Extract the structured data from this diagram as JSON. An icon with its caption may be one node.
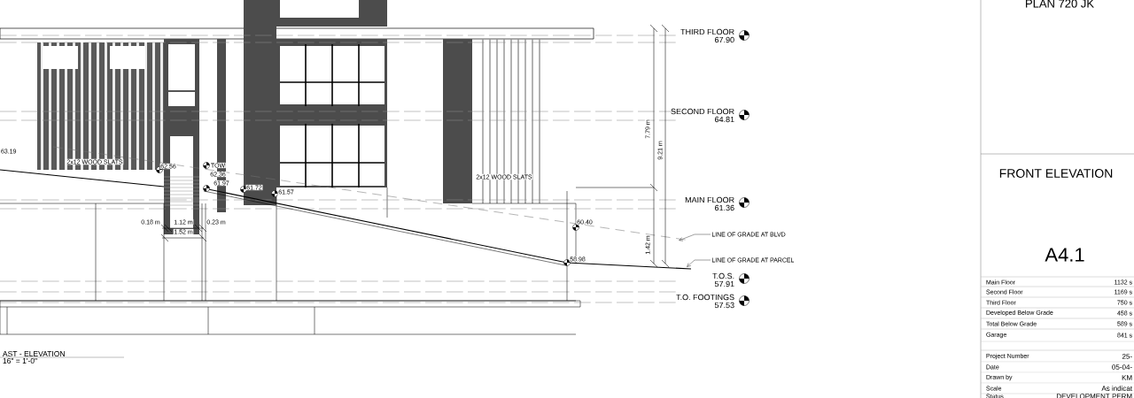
{
  "diagram": {
    "nodes": [
      {
        "text": [
          "LINE OF GRADE AT BLVD"
        ]
      },
      {
        "text": [
          "LINE OF GRADE AT PARCEL"
        ]
      }
    ],
    "edges": [
      {
        "from": 0,
        "to": null,
        "arrow": "to"
      },
      {
        "from": 1,
        "to": null,
        "arrow": "to"
      }
    ],
    "labels": [
      "PLAN 720 JK",
      "THIRD FLOOR",
      "67.90",
      "SECOND FLOOR",
      "64.81",
      "7.79 m",
      "9.21 m",
      "63.19",
      "2x12 WOOD SLATS",
      "2x12 WOOD SLATS",
      "62.56",
      "TOW",
      "62.36",
      "61.97",
      "FRONT ELEVATION",
      "61.72",
      "61.57",
      "MAIN FLOOR",
      "61.36",
      "0.18 m",
      "1.12 m",
      "0.23 m",
      "60.40",
      "1.52 m",
      "1.42 m",
      "A4.1",
      "58.98",
      "T.O.S.",
      "57.91",
      "Main Floor",
      "1132 s",
      "T.O. FOOTINGS",
      "57.53",
      "Second Floor",
      "1169 s",
      "Third Floor",
      "750 s",
      "Developed Below Grade",
      "458 s",
      "Total Below Grade",
      "589 s",
      "Garage",
      "841 s",
      "AST - ELEVATION",
      "16\" = 1'-0\"",
      "Project Number",
      "25-",
      "Date",
      "05-04-",
      "Drawn by",
      "KM",
      "Scale",
      "As indicat",
      "Status",
      "DEVELOPMENT PERM"
    ]
  }
}
